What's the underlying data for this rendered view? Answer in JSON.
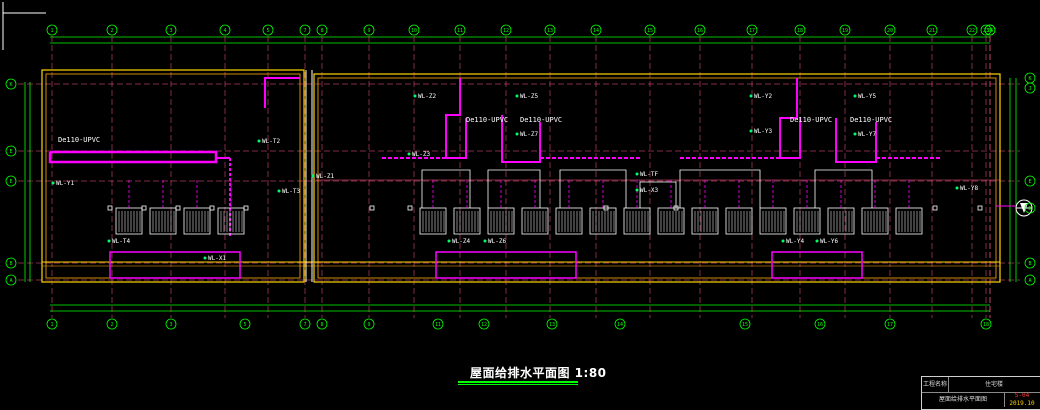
{
  "drawing": {
    "title": "屋面给排水平面图 1:80",
    "colors": {
      "background": "#000000",
      "wall": "#ffd400",
      "wall_inner": "#ffb000",
      "pipe": "#ff00ff",
      "grid_line": "#ff5a8c",
      "dimension": "#00ff00",
      "fixture": "#ffffff",
      "annotation": "#00ff66"
    },
    "axes_top": [
      "1",
      "2",
      "3",
      "4",
      "5",
      "7",
      "8",
      "9",
      "10",
      "11",
      "12",
      "13",
      "14",
      "15",
      "16",
      "17",
      "18",
      "19",
      "20",
      "21",
      "22",
      "23",
      "24",
      "26"
    ],
    "axes_bottom": [
      "1",
      "2",
      "3",
      "5",
      "7",
      "8",
      "9",
      "11",
      "12",
      "13",
      "14",
      "15",
      "16",
      "17",
      "18"
    ],
    "axes_left": [
      "K",
      "E",
      "E",
      "B",
      "A"
    ],
    "axes_right": [
      "K",
      "J",
      "E",
      "D",
      "B",
      "A"
    ],
    "pipe_labels": [
      "WL-Z2",
      "WL-Z5",
      "WL-Z7",
      "WL-Z3",
      "WL-Z4",
      "WL-Z6",
      "WL-Y2",
      "WL-Y5",
      "WL-Y7",
      "WL-Y3",
      "WL-Y4",
      "WL-Y6",
      "WL-Y1",
      "WL-Z1",
      "WL-T2",
      "WL-T3",
      "WL-T4",
      "WL-TF",
      "WL-Y8",
      "WL-X3",
      "WL-X1"
    ],
    "pipe_notes": [
      "De110-UPVC",
      "De110-UPVC",
      "De110-UPVC",
      "De110-UPVC",
      "De110-UPVC"
    ],
    "title_block": {
      "project_label": "工程名称",
      "project_value": "住宅楼",
      "drawing_label": "屋面给排水平面图",
      "code": "S-04",
      "date": "2019.10"
    }
  }
}
